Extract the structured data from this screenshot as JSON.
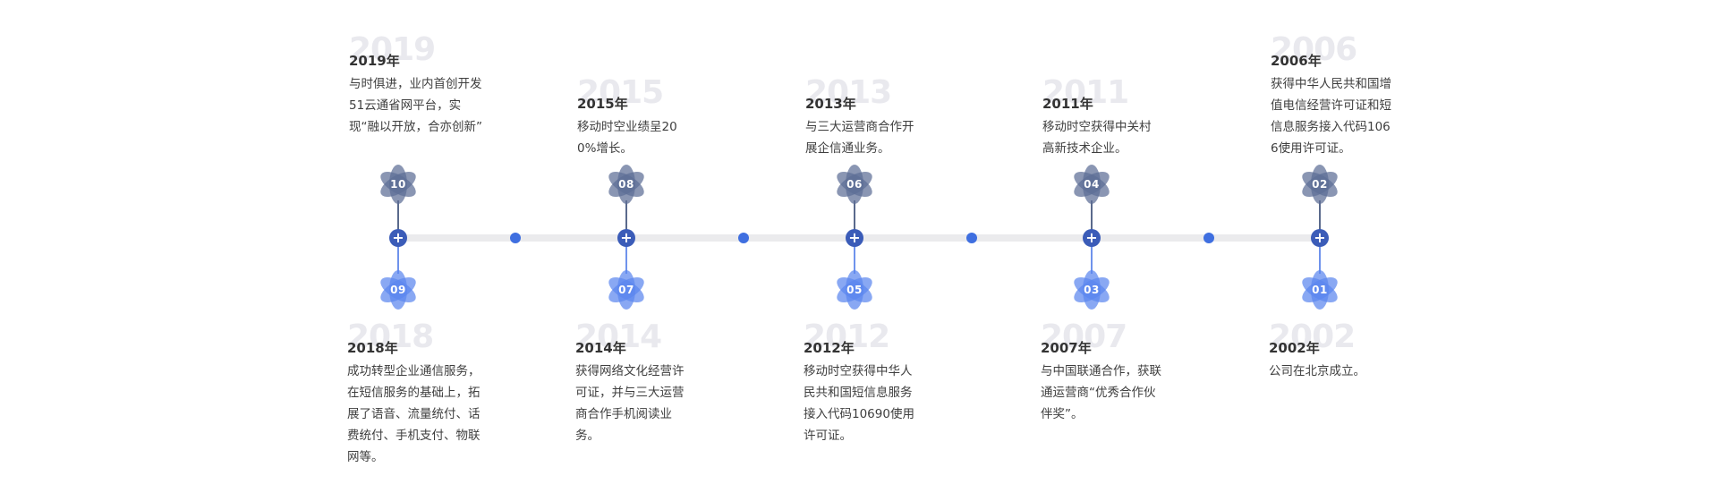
{
  "colors": {
    "top_flower": "#5d6e95",
    "bottom_flower": "#5b86ee",
    "timeline_bar": "#ebebed",
    "node": "#3b5cb8",
    "dot": "#3f6fe0",
    "ghost_year": "#e9e9ee"
  },
  "milestones_top": [
    {
      "num": "10",
      "ghost": "2019",
      "year": "2019年",
      "desc": "与时俱进，业内首创开发51云通省网平台，实现“融以开放，合亦创新”"
    },
    {
      "num": "08",
      "ghost": "2015",
      "year": "2015年",
      "desc": "移动时空业绩呈200%增长。"
    },
    {
      "num": "06",
      "ghost": "2013",
      "year": "2013年",
      "desc": "与三大运营商合作开展企信通业务。"
    },
    {
      "num": "04",
      "ghost": "2011",
      "year": "2011年",
      "desc": "移动时空获得中关村高新技术企业。"
    },
    {
      "num": "02",
      "ghost": "2006",
      "year": "2006年",
      "desc": "获得中华人民共和国增值电信经营许可证和短信息服务接入代码1066使用许可证。"
    }
  ],
  "milestones_bottom": [
    {
      "num": "09",
      "ghost": "2018",
      "year": "2018年",
      "desc": "成功转型企业通信服务，在短信服务的基础上，拓展了语音、流量统付、话费统付、手机支付、物联网等。"
    },
    {
      "num": "07",
      "ghost": "2014",
      "year": "2014年",
      "desc": "获得网络文化经营许可证，并与三大运营商合作手机阅读业务。"
    },
    {
      "num": "05",
      "ghost": "2012",
      "year": "2012年",
      "desc": "移动时空获得中华人民共和国短信息服务接入代码10690使用许可证。"
    },
    {
      "num": "03",
      "ghost": "2007",
      "year": "2007年",
      "desc": "与中国联通合作，获联通运营商“优秀合作伙伴奖”。"
    },
    {
      "num": "01",
      "ghost": "2002",
      "year": "2002年",
      "desc": "公司在北京成立。"
    }
  ]
}
